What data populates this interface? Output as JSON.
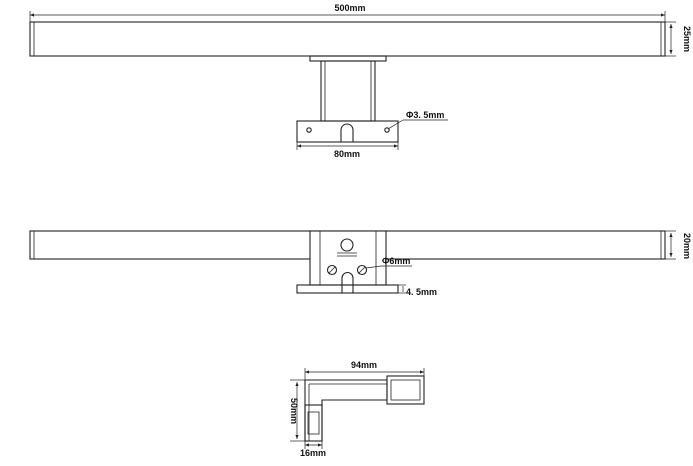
{
  "front_view": {
    "length_label": "500mm",
    "height_label": "25mm",
    "hole_label": "Φ3. 5mm",
    "base_width_label": "80mm"
  },
  "top_view": {
    "height_label": "20mm",
    "hole_label": "Φ6mm",
    "thickness_label": "4. 5mm"
  },
  "side_view": {
    "depth_label": "94mm",
    "height_label": "50mm",
    "base_width_label": "16mm"
  }
}
